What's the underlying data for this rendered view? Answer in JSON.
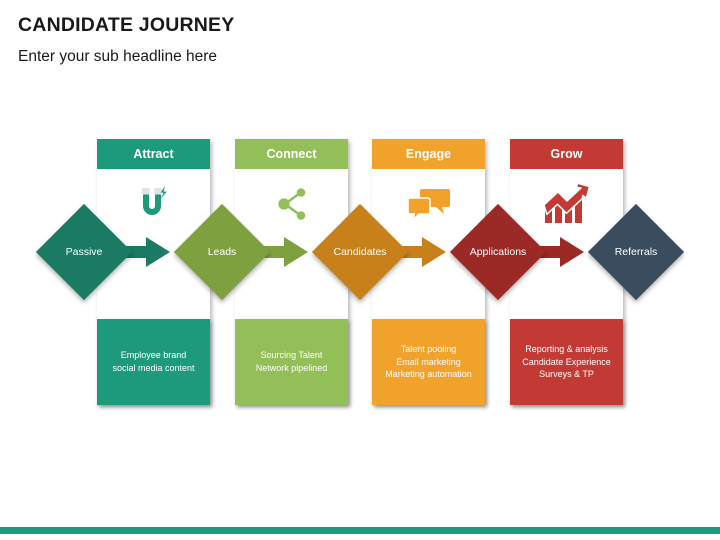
{
  "header": {
    "title": "CANDIDATE JOURNEY",
    "subtitle": "Enter your sub headline here"
  },
  "theme": {
    "accent_bar": "#1d9a7c",
    "background": "#ffffff",
    "title_color": "#1a1a1a"
  },
  "diagram": {
    "type": "funnel-stage-flow",
    "stages": [
      {
        "id": "attract",
        "label": "Attract",
        "color": "#1d9a7c",
        "icon": "magnet-icon",
        "detail": "Employee brand\nsocial media content",
        "detail_lines": [
          "Employee brand",
          "social media content"
        ]
      },
      {
        "id": "connect",
        "label": "Connect",
        "color": "#93bf58",
        "icon": "share-network-icon",
        "detail": "Sourcing Talent\nNetwork pipelined",
        "detail_lines": [
          "Sourcing Talent",
          "Network pipelined"
        ]
      },
      {
        "id": "engage",
        "label": "Engage",
        "color": "#f0a22b",
        "icon": "chat-bubbles-icon",
        "detail": "Talent pooling\nEmail marketing\nMarketing automation",
        "detail_lines": [
          "Talent pooling",
          "Email marketing",
          "Marketing",
          "automation"
        ]
      },
      {
        "id": "grow",
        "label": "Grow",
        "color": "#c33a35",
        "icon": "growth-chart-icon",
        "detail": "Reporting & analysis\nCandidate Experience\nSurveys & TP",
        "detail_lines": [
          "Reporting & analysis",
          "Candidate",
          "Experience",
          "Surveys & TP"
        ]
      }
    ],
    "nodes": [
      {
        "id": "passive",
        "label": "Passive",
        "color": "#1a7a63"
      },
      {
        "id": "leads",
        "label": "Leads",
        "color": "#7fa03f"
      },
      {
        "id": "candidates",
        "label": "Candidates",
        "color": "#c8811a"
      },
      {
        "id": "applications",
        "label": "Applications",
        "color": "#9b2a26"
      },
      {
        "id": "referrals",
        "label": "Referrals",
        "color": "#3a4d5e"
      }
    ],
    "arrows": [
      {
        "id": "arrow-passive-leads",
        "color": "#1a7a63"
      },
      {
        "id": "arrow-leads-candidates",
        "color": "#7fa03f"
      },
      {
        "id": "arrow-candidates-applications",
        "color": "#c8811a"
      },
      {
        "id": "arrow-applications-referrals",
        "color": "#9b2a26"
      }
    ]
  }
}
